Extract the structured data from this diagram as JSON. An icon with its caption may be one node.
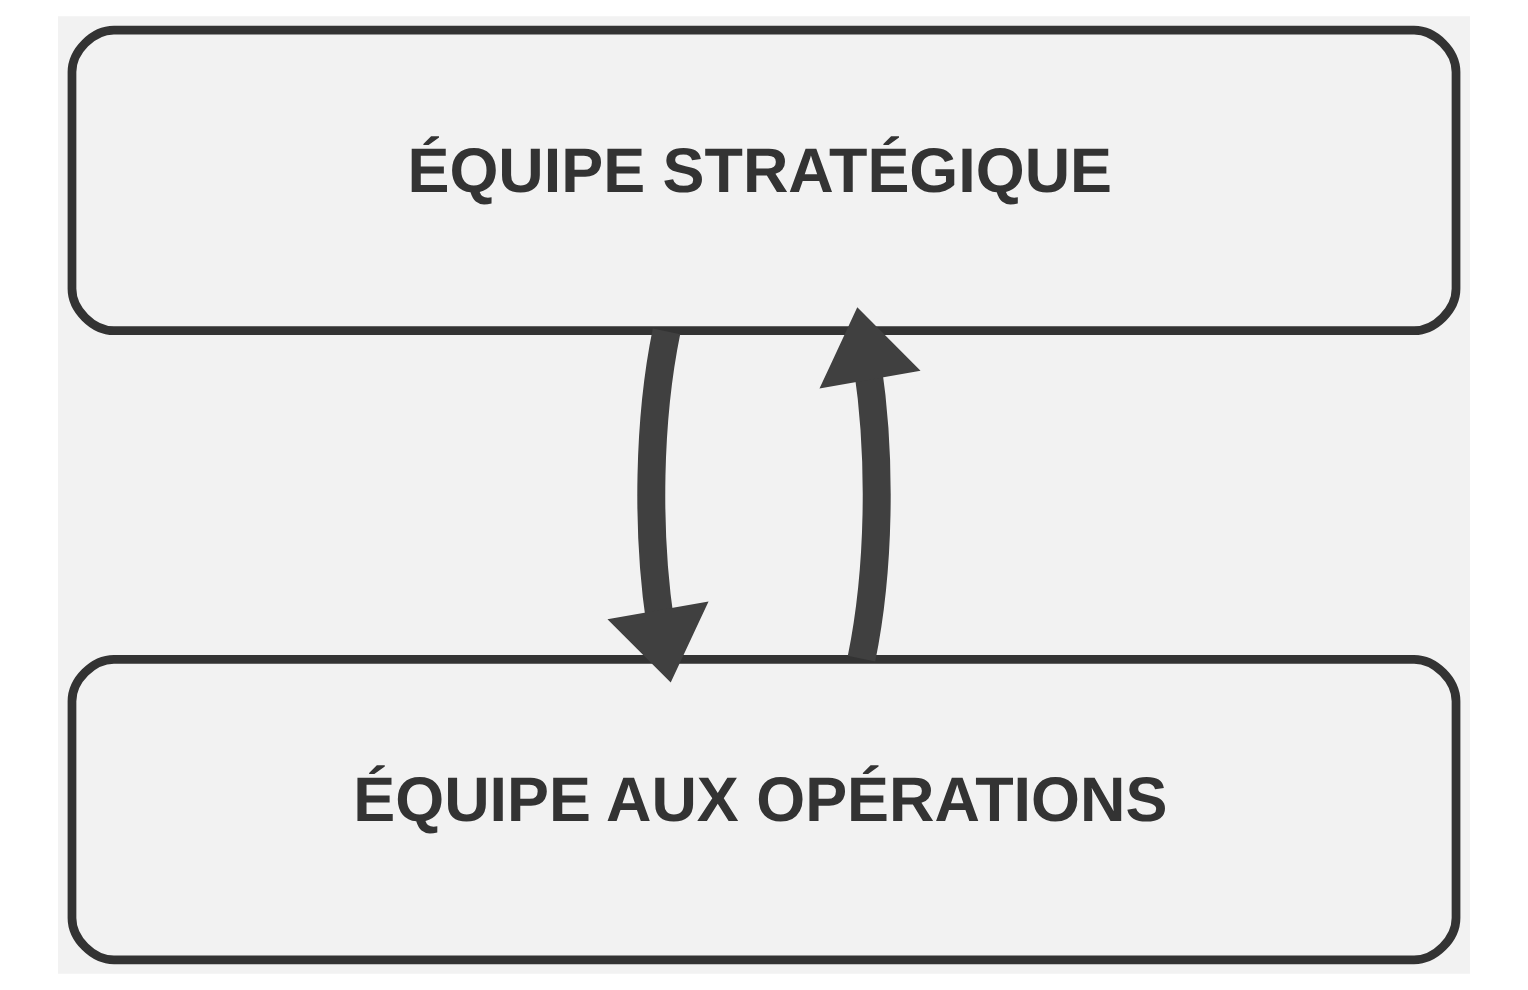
{
  "diagram": {
    "nodes": [
      {
        "text": [
          "ÉQUIPE STRATÉGIQUE"
        ]
      },
      {
        "text": [
          "ÉQUIPE AUX OPÉRATIONS"
        ]
      }
    ],
    "edges": [
      {
        "from": 0,
        "to": 1,
        "arrow": "to"
      },
      {
        "from": 1,
        "to": 0,
        "arrow": "to"
      }
    ]
  }
}
